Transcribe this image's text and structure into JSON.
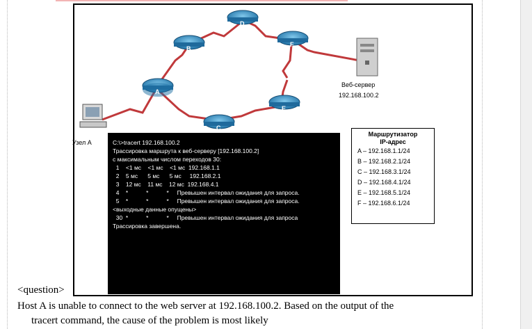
{
  "figure": {
    "routers": [
      "A",
      "B",
      "C",
      "D",
      "E",
      "F"
    ],
    "host_label": "Узел A",
    "server_label": "Веб-сервер",
    "server_ip": "192.168.100.2"
  },
  "terminal": {
    "lines": [
      "C:\\>tracert 192.168.100.2",
      "",
      "Трассировка маршрута к веб-серверу [192.168.100.2]",
      "с максимальным числом переходов 30:",
      "",
      "  1    <1 мс    <1 мс    <1 мс  192.168.1.1",
      "  2    5 мс      5 мс      5 мс     192.168.2.1",
      "  3    12 мс    11 мс    12 мс  192.168.4.1",
      "  4    *           *           *     Превышен интервал ожидания для запроса.",
      "  5    *           *           *     Превышен интервал ожидания для запроса.",
      "<выходные данные опущены>",
      "  30  *           *           *     Превышен интервал ожидания для запроса",
      "",
      "Трассировка завершена."
    ]
  },
  "ip_table": {
    "title_line1": "Маршрутизатор",
    "title_line2": "IP-адрес",
    "rows": [
      "A – 192.168.1.1/24",
      "B – 192.168.2.1/24",
      "C – 192.168.3.1/24",
      "D – 192.168.4.1/24",
      "E – 192.168.5.1/24",
      "F – 192.168.6.1/24"
    ]
  },
  "question": {
    "tag": "<question>",
    "line1": "Host A is unable to connect to the web server at 192.168.100.2. Based on the output of the",
    "line2": "tracert command, the cause of the problem is most likely"
  }
}
